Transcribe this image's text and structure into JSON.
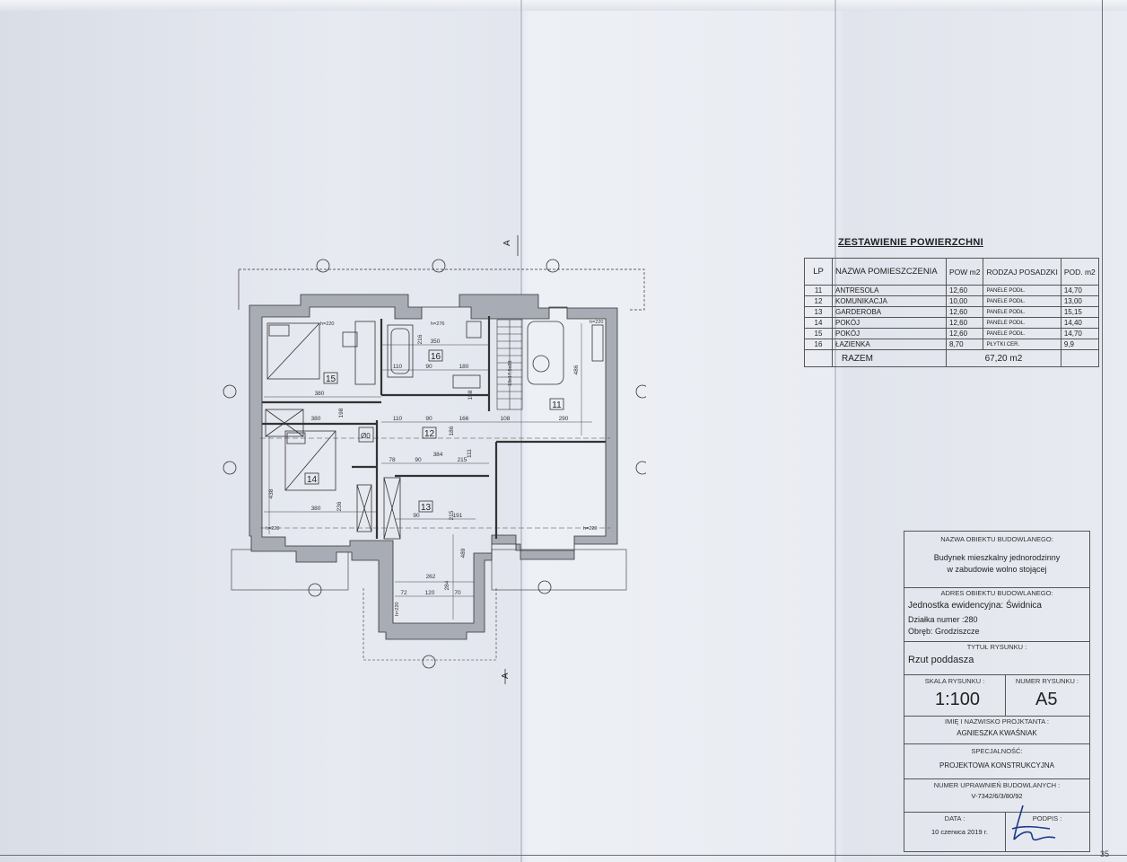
{
  "summary": {
    "title": "ZESTAWIENIE POWIERZCHNI",
    "headers": [
      "LP",
      "NAZWA POMIESZCZENIA",
      "POW m2",
      "RODZAJ POSADZKI",
      "POD. m2"
    ],
    "rows": [
      [
        "11",
        "ANTRESOLA",
        "12,60",
        "PANELE PODŁ.",
        "14,70"
      ],
      [
        "12",
        "KOMUNIKACJA",
        "10,00",
        "PANELE PODŁ.",
        "13,00"
      ],
      [
        "13",
        "GARDEROBA",
        "12,60",
        "PANELE PODŁ.",
        "15,15"
      ],
      [
        "14",
        "POKÓJ",
        "12,60",
        "PANELE PODŁ.",
        "14,40"
      ],
      [
        "15",
        "POKÓJ",
        "12,60",
        "PANELE PODŁ.",
        "14,70"
      ],
      [
        "16",
        "ŁAZIENKA",
        "8,70",
        "PŁYTKI CER.",
        "9,9"
      ]
    ],
    "total_label": "RAZEM",
    "total_value": "67,20 m2"
  },
  "title_block": {
    "object_name_label": "NAZWA OBIEKTU BUDOWLANEGO:",
    "object_name_1": "Budynek mieszkalny jednorodzinny",
    "object_name_2": "w zabudowie wolno stojącej",
    "address_label": "ADRES OBIEKTU BUDOWLANEGO:",
    "address_1": "Jednostka ewidencyjna: Świdnica",
    "address_2": "Działka numer :280",
    "address_3": "Obręb: Grodziszcze",
    "drawing_title_label": "TYTUŁ RYSUNKU :",
    "drawing_title": "Rzut poddasza",
    "scale_label": "SKALA RYSUNKU :",
    "scale": "1:100",
    "number_label": "NUMER RYSUNKU :",
    "number": "A5",
    "designer_label": "IMIĘ I NAZWISKO PROJKTANTA :",
    "designer": "AGNIESZKA KWAŚNIAK",
    "specialty_label": "SPECJALNOŚĆ:",
    "specialty": "PROJEKTOWA KONSTRUKCYJNA",
    "license_label": "NUMER UPRAWNIEŃ BUDOWLANYCH :",
    "license": "V-7342/6/3/80/92",
    "date_label": "DATA :",
    "date": "10 czerwca 2019 r.",
    "signature_label": "PODPIS :"
  },
  "plan": {
    "section_marks": [
      "A",
      "A"
    ],
    "room_numbers": [
      "15",
      "16",
      "11",
      "12",
      "14",
      "13"
    ],
    "dims": [
      "380",
      "350",
      "110",
      "90",
      "180",
      "486",
      "110",
      "90",
      "166",
      "108",
      "290",
      "380",
      "236",
      "380",
      "78",
      "90",
      "384",
      "215",
      "90",
      "191",
      "262",
      "72",
      "120",
      "70",
      "489",
      "215",
      "284",
      "438",
      "198",
      "186",
      "158",
      "111",
      "216"
    ],
    "heights": [
      "h=220",
      "h=276",
      "h=220",
      "h=220",
      "h=220",
      "h=220"
    ],
    "stair_label": "13x17,5x28",
    "vent": "Ø0"
  },
  "page_number": "35"
}
